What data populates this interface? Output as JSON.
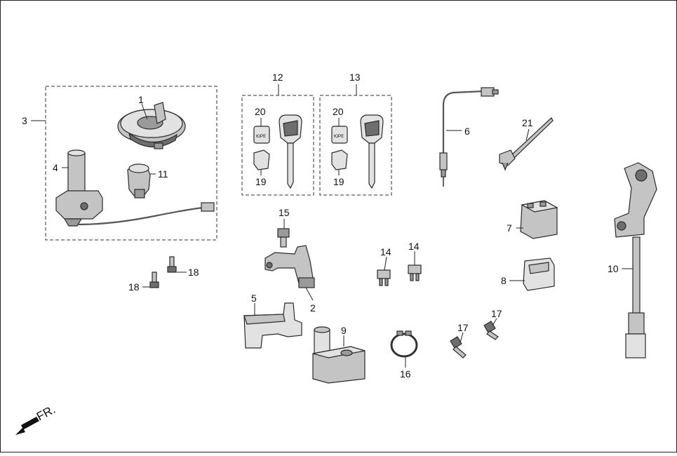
{
  "diagram": {
    "direction_label": "FR.",
    "callouts": {
      "n1": "1",
      "n2": "2",
      "n3": "3",
      "n4": "4",
      "n5": "5",
      "n6": "6",
      "n7": "7",
      "n8": "8",
      "n9": "9",
      "n10": "10",
      "n11": "11",
      "n12": "12",
      "n13": "13",
      "n14a": "14",
      "n14b": "14",
      "n15": "15",
      "n16": "16",
      "n17a": "17",
      "n17b": "17",
      "n18a": "18",
      "n18b": "18",
      "n19a": "19",
      "n19b": "19",
      "n20a": "20",
      "n20b": "20",
      "n21": "21"
    },
    "tag_text": "ЮРЕ",
    "colors": {
      "outline": "#222222",
      "part_gray": "#9a9a9a",
      "light_gray": "#c4c4c4",
      "background": "#ffffff"
    }
  }
}
